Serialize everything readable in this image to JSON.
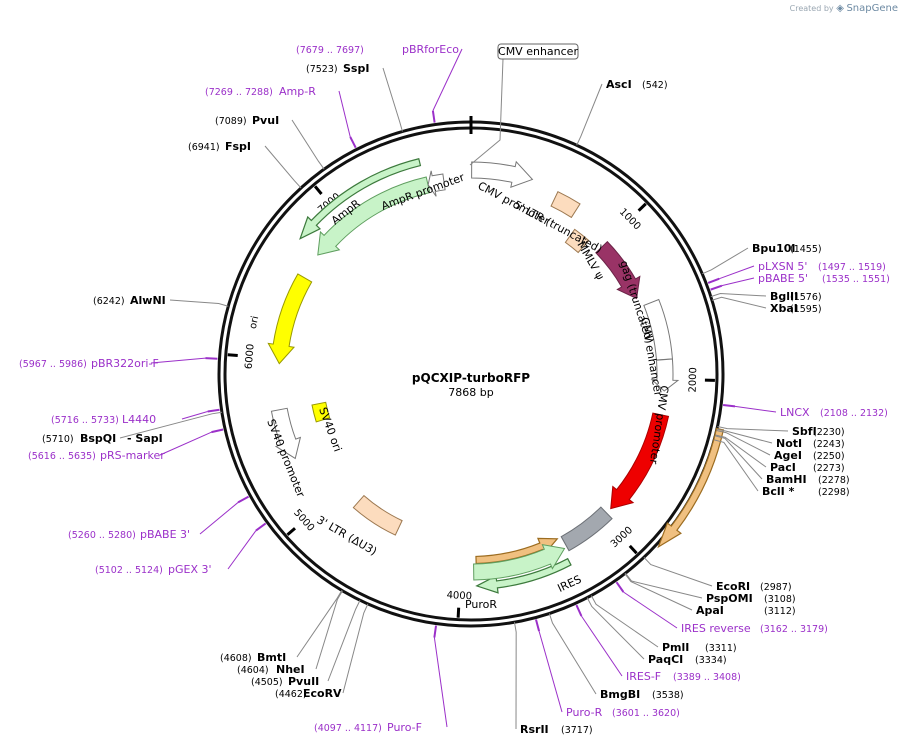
{
  "brand": {
    "prefix": "Created by",
    "name": "SnapGene"
  },
  "plasmid": {
    "name": "pQCXIP-turboRFP",
    "size": "7868 bp",
    "length": 7868
  },
  "ticks": [
    {
      "bp": 1000,
      "label": "1000"
    },
    {
      "bp": 2000,
      "label": "2000"
    },
    {
      "bp": 3000,
      "label": "3000"
    },
    {
      "bp": 4000,
      "label": "4000"
    },
    {
      "bp": 5000,
      "label": "5000"
    },
    {
      "bp": 6000,
      "label": "6000"
    },
    {
      "bp": 7000,
      "label": "7000"
    }
  ],
  "features": [
    {
      "name": "CMV promoter",
      "start": 4,
      "end": 383,
      "r": 204,
      "dir": 1,
      "fill": "#ffffff",
      "stroke": "#777777",
      "arrow": true
    },
    {
      "name": "5' LTR (truncated)",
      "start": 557,
      "end": 714,
      "r": 194,
      "dir": 0,
      "fill": "#fcdcbe",
      "stroke": "#9c7850",
      "arrow": false
    },
    {
      "name": "MMLV Ψ",
      "start": 779,
      "end": 905,
      "r": 170,
      "dir": 0,
      "fill": "#fcdcbe",
      "stroke": "#9c7850",
      "arrow": false
    },
    {
      "name": "gag (truncated)",
      "start": 1002,
      "end": 1431,
      "r": 182,
      "dir": 1,
      "fill": "#993366",
      "stroke": "#6b2347",
      "arrow": true
    },
    {
      "name": "CMV enhancer",
      "start": 1494,
      "end": 1873,
      "r": 194,
      "dir": 1,
      "fill": "#ffffff",
      "stroke": "#777777",
      "arrow": false
    },
    {
      "name": "CMV promoter",
      "start": 1874,
      "end": 2077,
      "r": 194,
      "dir": 1,
      "fill": "#ffffff",
      "stroke": "#777777",
      "arrow": true
    },
    {
      "name": "TurboRFP",
      "start": 2232,
      "end": 2927,
      "r": 194,
      "dir": 1,
      "fill": "#ee0000",
      "stroke": "#aa0000",
      "arrow": true
    },
    {
      "name": "IRES",
      "start": 2966,
      "end": 3300,
      "r": 194,
      "dir": 0,
      "fill": "#a3a8af",
      "stroke": "#6c7076",
      "arrow": false
    },
    {
      "name": "PuroR",
      "start": 3318,
      "end": 3917,
      "r": 198,
      "dir": -1,
      "fill": "#c8f3c8",
      "stroke": "#5f9e5f",
      "arrow": true
    },
    {
      "name": "3' LTR (ΔU3)",
      "start": 4484,
      "end": 4838,
      "r": 170,
      "dir": 0,
      "fill": "#fcdcbe",
      "stroke": "#9c7850",
      "arrow": false
    },
    {
      "name": "SV40 promoter",
      "start": 5340,
      "end": 5670,
      "r": 195,
      "dir": -1,
      "fill": "#ffffff",
      "stroke": "#777777",
      "arrow": true
    },
    {
      "name": "SV40 ori",
      "start": 5525,
      "end": 5660,
      "r": 155,
      "dir": 0,
      "fill": "#ffff00",
      "stroke": "#999900",
      "arrow": false
    },
    {
      "name": "ori",
      "start": 5969,
      "end": 6557,
      "r": 192,
      "dir": -1,
      "fill": "#ffff00",
      "stroke": "#999900",
      "arrow": true
    },
    {
      "name": "AmpR",
      "start": 6728,
      "end": 7588,
      "r": 194,
      "dir": -1,
      "fill": "#c8f3c8",
      "stroke": "#5f9e5f",
      "arrow": true
    },
    {
      "name": "AmpR promoter",
      "start": 7589,
      "end": 7693,
      "r": 194,
      "dir": -1,
      "fill": "#ffffff",
      "stroke": "#777777",
      "arrow": true
    }
  ],
  "featureLabels": [
    {
      "name": "CMV promoter",
      "text": "CMV promoter"
    },
    {
      "name": "5' LTR (truncated)",
      "text": "5' LTR (truncated)"
    },
    {
      "name": "MMLV Ψ",
      "text": "MMLV ψ"
    },
    {
      "name": "gag (truncated)",
      "text": "gag (truncated)"
    },
    {
      "name": "CMV enhancer",
      "text": "CMV enhancer"
    },
    {
      "name": "CMV promoter 2",
      "text": "CMV promoter"
    },
    {
      "name": "TurboRFP",
      "text": "TurboRFP"
    },
    {
      "name": "IRES",
      "text": "IRES"
    },
    {
      "name": "PuroR",
      "text": "PuroR"
    },
    {
      "name": "3' LTR (ΔU3)",
      "text": "3' LTR (ΔU3)"
    },
    {
      "name": "SV40 promoter",
      "text": "SV40 promoter"
    },
    {
      "name": "SV40 ori",
      "text": "SV40 ori"
    },
    {
      "name": "ori",
      "text": "ori"
    },
    {
      "name": "AmpR",
      "text": "AmpR"
    },
    {
      "name": "AmpR promoter",
      "text": "AmpR promoter"
    },
    {
      "name": "CMV enhancer box",
      "text": "CMV enhancer"
    }
  ],
  "primerArcs": [
    {
      "name": "TurboRFP primer",
      "start": 2240,
      "end": 2900,
      "r": 255,
      "dir": 1,
      "color": "#f0c080",
      "stroke": "#9c6c20"
    },
    {
      "name": "PuroR primer 1",
      "start": 3330,
      "end": 3900,
      "r": 212,
      "dir": 1,
      "color": "#c8f3c8",
      "stroke": "#3d7a3d"
    },
    {
      "name": "PuroR primer 2",
      "start": 3330,
      "end": 3900,
      "r": 186,
      "dir": -1,
      "color": "#f0c080",
      "stroke": "#9c6c20"
    },
    {
      "name": "AmpR primer",
      "start": 6740,
      "end": 7570,
      "r": 218,
      "dir": -1,
      "color": "#c8f3c8",
      "stroke": "#3d7a3d"
    }
  ],
  "enzymes": [
    {
      "name": "AscI",
      "pos": "(542)"
    },
    {
      "name": "Bpu10I",
      "pos": "(1455)"
    },
    {
      "name": "BglII",
      "pos": "(1576)"
    },
    {
      "name": "XbaI",
      "pos": "(1595)"
    },
    {
      "name": "SbfI",
      "pos": "(2230)"
    },
    {
      "name": "NotI",
      "pos": "(2243)"
    },
    {
      "name": "AgeI",
      "pos": "(2250)"
    },
    {
      "name": "PacI",
      "pos": "(2273)"
    },
    {
      "name": "BamHI",
      "pos": "(2278)"
    },
    {
      "name": "BclI *",
      "pos": "(2298)"
    },
    {
      "name": "EcoRI",
      "pos": "(2987)"
    },
    {
      "name": "PspOMI",
      "pos": "(3108)"
    },
    {
      "name": "ApaI",
      "pos": "(3112)"
    },
    {
      "name": "PmlI",
      "pos": "(3311)"
    },
    {
      "name": "PaqCI",
      "pos": "(3334)"
    },
    {
      "name": "BmgBI",
      "pos": "(3538)"
    },
    {
      "name": "RsrII",
      "pos": "(3717)"
    },
    {
      "name": "EcoRV",
      "pos": "(4462)"
    },
    {
      "name": "PvuII",
      "pos": "(4505)"
    },
    {
      "name": "NheI",
      "pos": "(4604)"
    },
    {
      "name": "BmtI",
      "pos": "(4608)"
    },
    {
      "name": "AlwNI",
      "pos": "(6242)"
    },
    {
      "name": "BspQI",
      "pos": "(5710)",
      "extra": "- SapI"
    },
    {
      "name": "FspI",
      "pos": "(6941)"
    },
    {
      "name": "PvuI",
      "pos": "(7089)"
    },
    {
      "name": "SspI",
      "pos": "(7523)"
    }
  ],
  "primers": [
    {
      "name": "pBRforEco",
      "pos": "(7679 .. 7697)"
    },
    {
      "name": "Amp-R",
      "pos": "(7269 .. 7288)"
    },
    {
      "name": "pLXSN 5'",
      "pos": "(1497 .. 1519)"
    },
    {
      "name": "pBABE 5'",
      "pos": "(1535 .. 1551)"
    },
    {
      "name": "LNCX",
      "pos": "(2108 .. 2132)"
    },
    {
      "name": "IRES reverse",
      "pos": "(3162 .. 3179)"
    },
    {
      "name": "IRES-F",
      "pos": "(3389 .. 3408)"
    },
    {
      "name": "Puro-R",
      "pos": "(3601 .. 3620)"
    },
    {
      "name": "Puro-F",
      "pos": "(4097 .. 4117)"
    },
    {
      "name": "pGEX 3'",
      "pos": "(5102 .. 5124)"
    },
    {
      "name": "pBABE 3'",
      "pos": "(5260 .. 5280)"
    },
    {
      "name": "pRS-marker",
      "pos": "(5616 .. 5635)"
    },
    {
      "name": "L4440",
      "pos": "(5716 .. 5733)"
    },
    {
      "name": "pBR322ori-F",
      "pos": "(5967 .. 5986)"
    }
  ]
}
